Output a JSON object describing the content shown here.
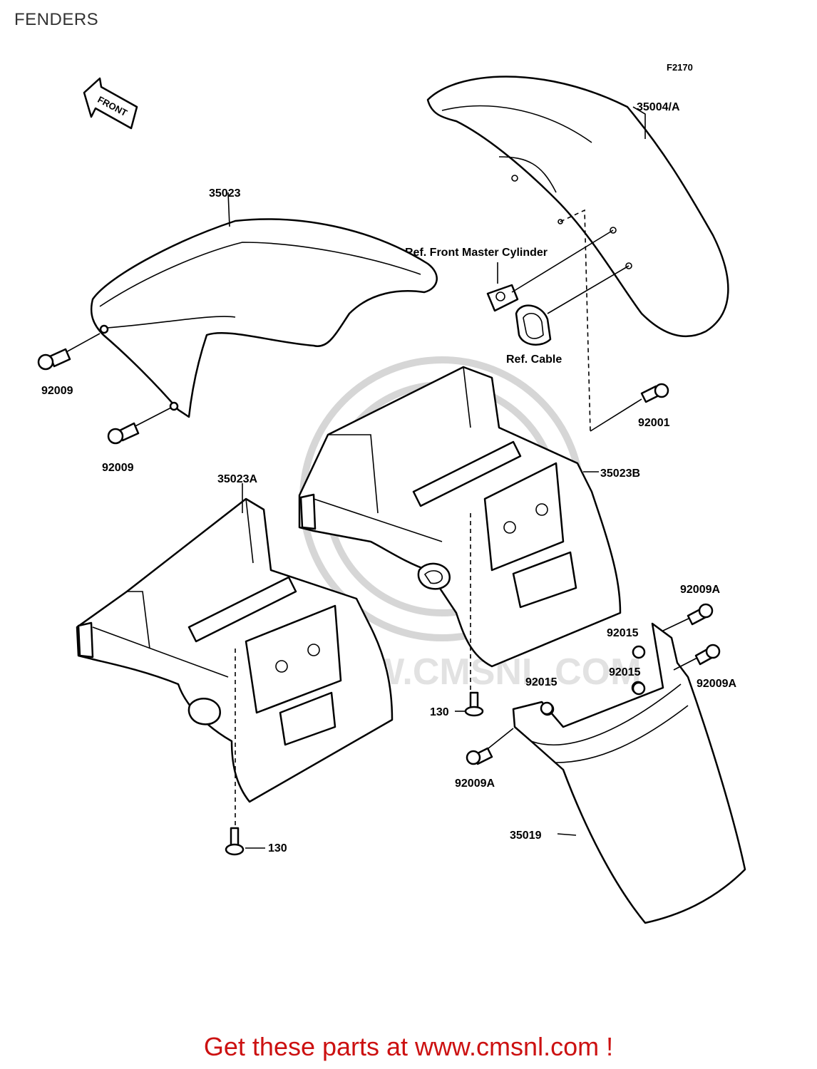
{
  "header": {
    "title": "FENDERS"
  },
  "diagram": {
    "figure_code": "F2170",
    "front_arrow_label": "FRONT",
    "watermark": "WWW.CMSNL.COM",
    "labels": {
      "p35004A": "35004/A",
      "p35023": "35023",
      "ref_master": "Ref. Front Master Cylinder",
      "ref_cable": "Ref. Cable",
      "p92009_a": "92009",
      "p92009_b": "92009",
      "p92001": "92001",
      "p35023A": "35023A",
      "p35023B": "35023B",
      "p92009A_a": "92009A",
      "p92015_a": "92015",
      "p92015_b": "92015",
      "p92009A_b": "92009A",
      "p92015_c": "92015",
      "p130_a": "130",
      "p92009A_c": "92009A",
      "p35019": "35019",
      "p130_b": "130"
    }
  },
  "footer": {
    "cta": "Get these parts at www.cmsnl.com !"
  },
  "colors": {
    "cta": "#cc1111",
    "title": "#333333",
    "line": "#000000",
    "watermark": "#d6d6d6"
  }
}
